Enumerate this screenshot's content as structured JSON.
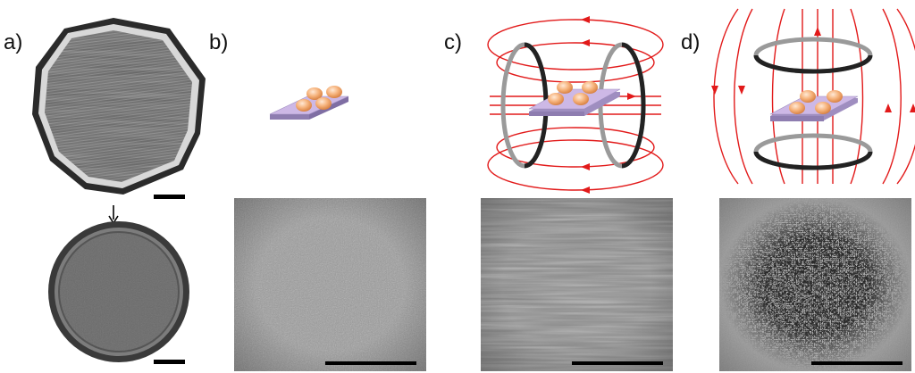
{
  "panels": [
    {
      "label": "a)",
      "description_hidden": ""
    },
    {
      "label": "b)"
    },
    {
      "label": "c)"
    },
    {
      "label": "d)"
    }
  ],
  "colors": {
    "field_line": "#e21a1a",
    "substrate_top": "#cdb8e6",
    "substrate_side": "#9f8ec0",
    "droplet": "#f0a56c",
    "coil_dark": "#202020",
    "coil_light": "#9a9a9a",
    "micrograph_bg": "#9a9a9a"
  },
  "icons": [
    "down-arrow-icon",
    "scale-bar",
    "coil-icon",
    "substrate-icon",
    "field-line-icon"
  ]
}
